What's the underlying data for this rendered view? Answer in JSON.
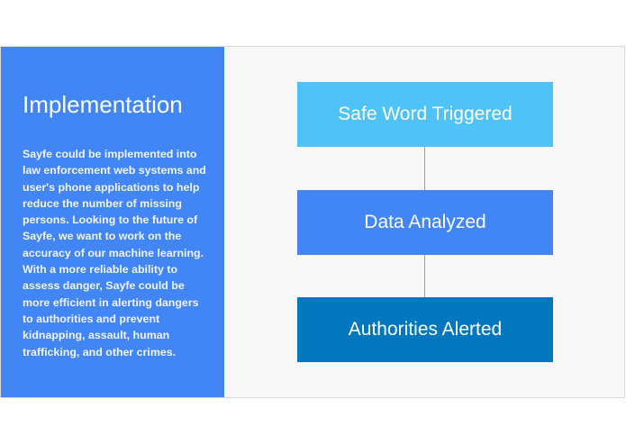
{
  "panel": {
    "title": "Implementation",
    "body": "Sayfe could be implemented into law enforcement web systems and user's phone applications to help reduce the number of missing persons. Looking to the future of Sayfe, we want to work on the accuracy of our machine learning. With a more reliable ability to assess danger, Sayfe could be more efficient in alerting dangers to authorities and prevent kidnapping, assault, human trafficking, and other crimes.",
    "background_color": "#4285f4"
  },
  "flow": {
    "steps": [
      {
        "label": "Safe Word Triggered",
        "color": "#4fc3f7"
      },
      {
        "label": "Data Analyzed",
        "color": "#4285f4"
      },
      {
        "label": "Authorities Alerted",
        "color": "#0277bd"
      }
    ],
    "connector_color": "#9e9e9e"
  }
}
